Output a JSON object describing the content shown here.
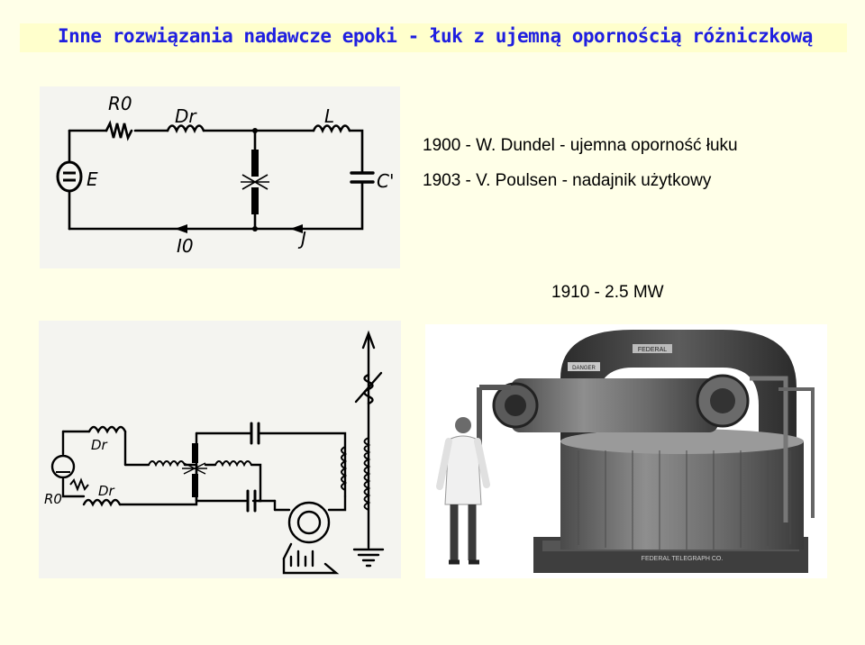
{
  "title": "Inne rozwiązania nadawcze epoki - łuk z ujemną opornością różniczkową",
  "notes": {
    "dundel": "1900 - W. Dundel - ujemna oporność łuku",
    "poulsen": "1903 - V. Poulsen - nadajnik użytkowy",
    "power": "1910 - 2.5 MW"
  },
  "circuit_top": {
    "labels": {
      "r0": "R0",
      "dr": "Dr",
      "l": "L",
      "e": "E",
      "c": "C'",
      "i0": "I0",
      "j": "J"
    }
  },
  "circuit_bottom": {
    "labels": {
      "dr1": "Dr",
      "dr2": "Dr",
      "r0": "R0"
    }
  },
  "photo": {
    "plate_top": "FEDERAL",
    "plate_danger": "DANGER",
    "plate_base": "FEDERAL TELEGRAPH CO."
  },
  "colors": {
    "title": "#1F1FE0",
    "background": "#FFFFE8",
    "title_bar": "#FFFFCC"
  }
}
